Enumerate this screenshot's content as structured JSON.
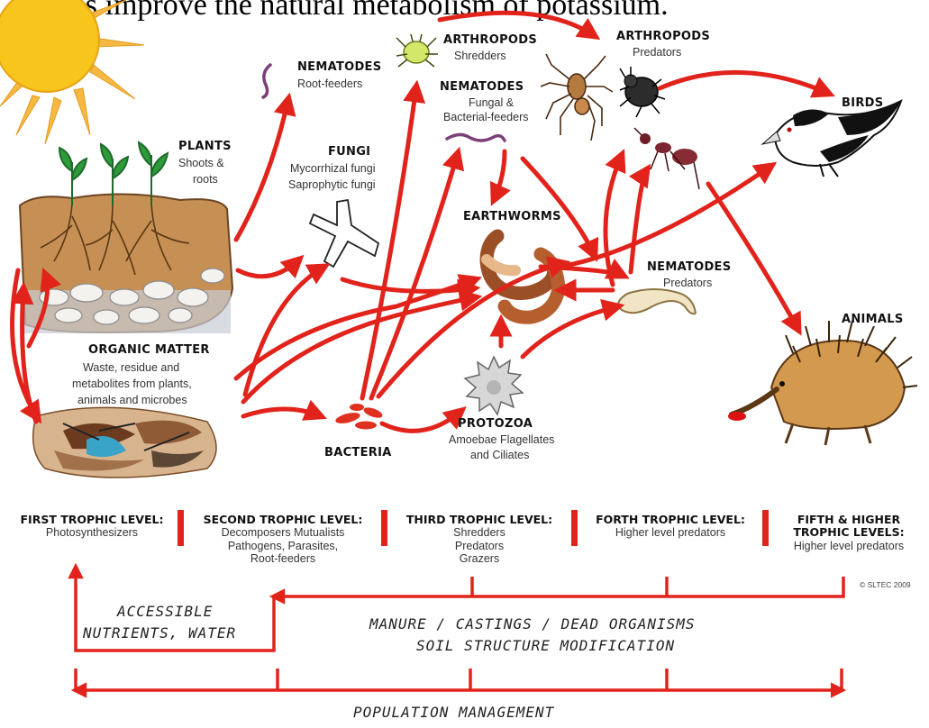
{
  "caption": "orms improve the natural metabolism of potassium.",
  "nodes": {
    "nematodes_root": {
      "title": "NEMATODES",
      "sub": "Root-feeders"
    },
    "arthropods_shred": {
      "title": "ARTHROPODS",
      "sub": "Shredders"
    },
    "arthropods_pred": {
      "title": "ARTHROPODS",
      "sub": "Predators"
    },
    "birds": {
      "title": "BIRDS"
    },
    "nematodes_fung": {
      "title": "NEMATODES",
      "sub1": "Fungal &",
      "sub2": "Bacterial-feeders"
    },
    "plants": {
      "title": "PLANTS",
      "sub1": "Shoots &",
      "sub2": "roots"
    },
    "fungi": {
      "title": "FUNGI",
      "sub1": "Mycorrhizal fungi",
      "sub2": "Saprophytic fungi"
    },
    "earthworms": {
      "title": "EARTHWORMS"
    },
    "nematodes_pred": {
      "title": "NEMATODES",
      "sub": "Predators"
    },
    "animals": {
      "title": "ANIMALS"
    },
    "organic": {
      "title": "ORGANIC MATTER",
      "sub1": "Waste, residue and",
      "sub2": "metabolites from plants,",
      "sub3": "animals and microbes"
    },
    "bacteria": {
      "title": "BACTERIA"
    },
    "protozoa": {
      "title": "PROTOZOA",
      "sub1": "Amoebae Flagellates",
      "sub2": "and Ciliates"
    }
  },
  "levels": [
    {
      "title": "FIRST TROPHIC LEVEL:",
      "lines": [
        "Photosynthesizers"
      ]
    },
    {
      "title": "SECOND TROPHIC LEVEL:",
      "lines": [
        "Decomposers Mutualists",
        "Pathogens, Parasites,",
        "Root-feeders"
      ]
    },
    {
      "title": "THIRD TROPHIC LEVEL:",
      "lines": [
        "Shredders",
        "Predators",
        "Grazers"
      ]
    },
    {
      "title": "FORTH TROPHIC LEVEL:",
      "lines": [
        "Higher level predators"
      ]
    },
    {
      "title": "FIFTH & HIGHER",
      "title2": "TROPHIC LEVELS:",
      "lines": [
        "Higher level predators"
      ]
    }
  ],
  "credit": "© SLTEC 2009",
  "bottom": {
    "accessible1": "ACCESSIBLE",
    "accessible2": "NUTRIENTS, WATER",
    "manure": "MANURE / CASTINGS / DEAD ORGANISMS",
    "soil": "SOIL STRUCTURE MODIFICATION",
    "population": "POPULATION MANAGEMENT"
  },
  "colors": {
    "arrow": "#e1231b",
    "sun": "#f7c51c",
    "ray": "#f5b943",
    "soil": "#c69055",
    "bg_line": "#ffffff"
  },
  "icons": [
    "sun-icon",
    "plant-icon",
    "soil-icon",
    "organic-matter-icon",
    "nematode-icon",
    "mite-icon",
    "spider-icon",
    "beetle-icon",
    "ant-icon",
    "magpie-icon",
    "fungi-icon",
    "earthworm-icon",
    "nematode-predator-icon",
    "bacteria-icon",
    "protozoa-icon",
    "echidna-icon"
  ]
}
